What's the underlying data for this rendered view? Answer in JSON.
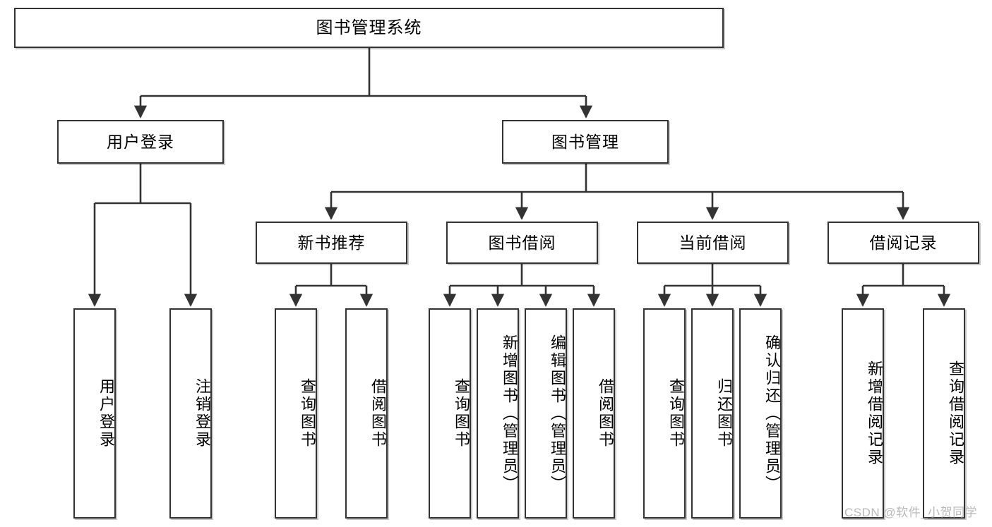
{
  "diagram": {
    "title": "图书管理系统",
    "type": "tree",
    "orientation": "top-down",
    "stroke_color": "#333333",
    "fill_color": "#ffffff",
    "text_color": "#000000"
  },
  "root": {
    "label": "图书管理系统"
  },
  "level2": [
    {
      "label": "用户登录"
    },
    {
      "label": "图书管理"
    }
  ],
  "level3": [
    {
      "label": "新书推荐"
    },
    {
      "label": "图书借阅"
    },
    {
      "label": "当前借阅"
    },
    {
      "label": "借阅记录"
    }
  ],
  "leaves": {
    "user_login": [
      {
        "label": "用户登录"
      },
      {
        "label": "注销登录"
      }
    ],
    "new_book": [
      {
        "label": "查询图书"
      },
      {
        "label": "借阅图书"
      }
    ],
    "borrow_book": [
      {
        "label": "查询图书"
      },
      {
        "label": "新增图书（管理员）"
      },
      {
        "label": "编辑图书（管理员）"
      },
      {
        "label": "借阅图书"
      }
    ],
    "current_borrow": [
      {
        "label": "查询图书"
      },
      {
        "label": "归还图书"
      },
      {
        "label": "确认归还（管理员）"
      }
    ],
    "borrow_record": [
      {
        "label": "新增借阅记录"
      },
      {
        "label": "查询借阅记录"
      }
    ]
  },
  "watermark": {
    "text": "CSDN @软件_小贺同学"
  }
}
